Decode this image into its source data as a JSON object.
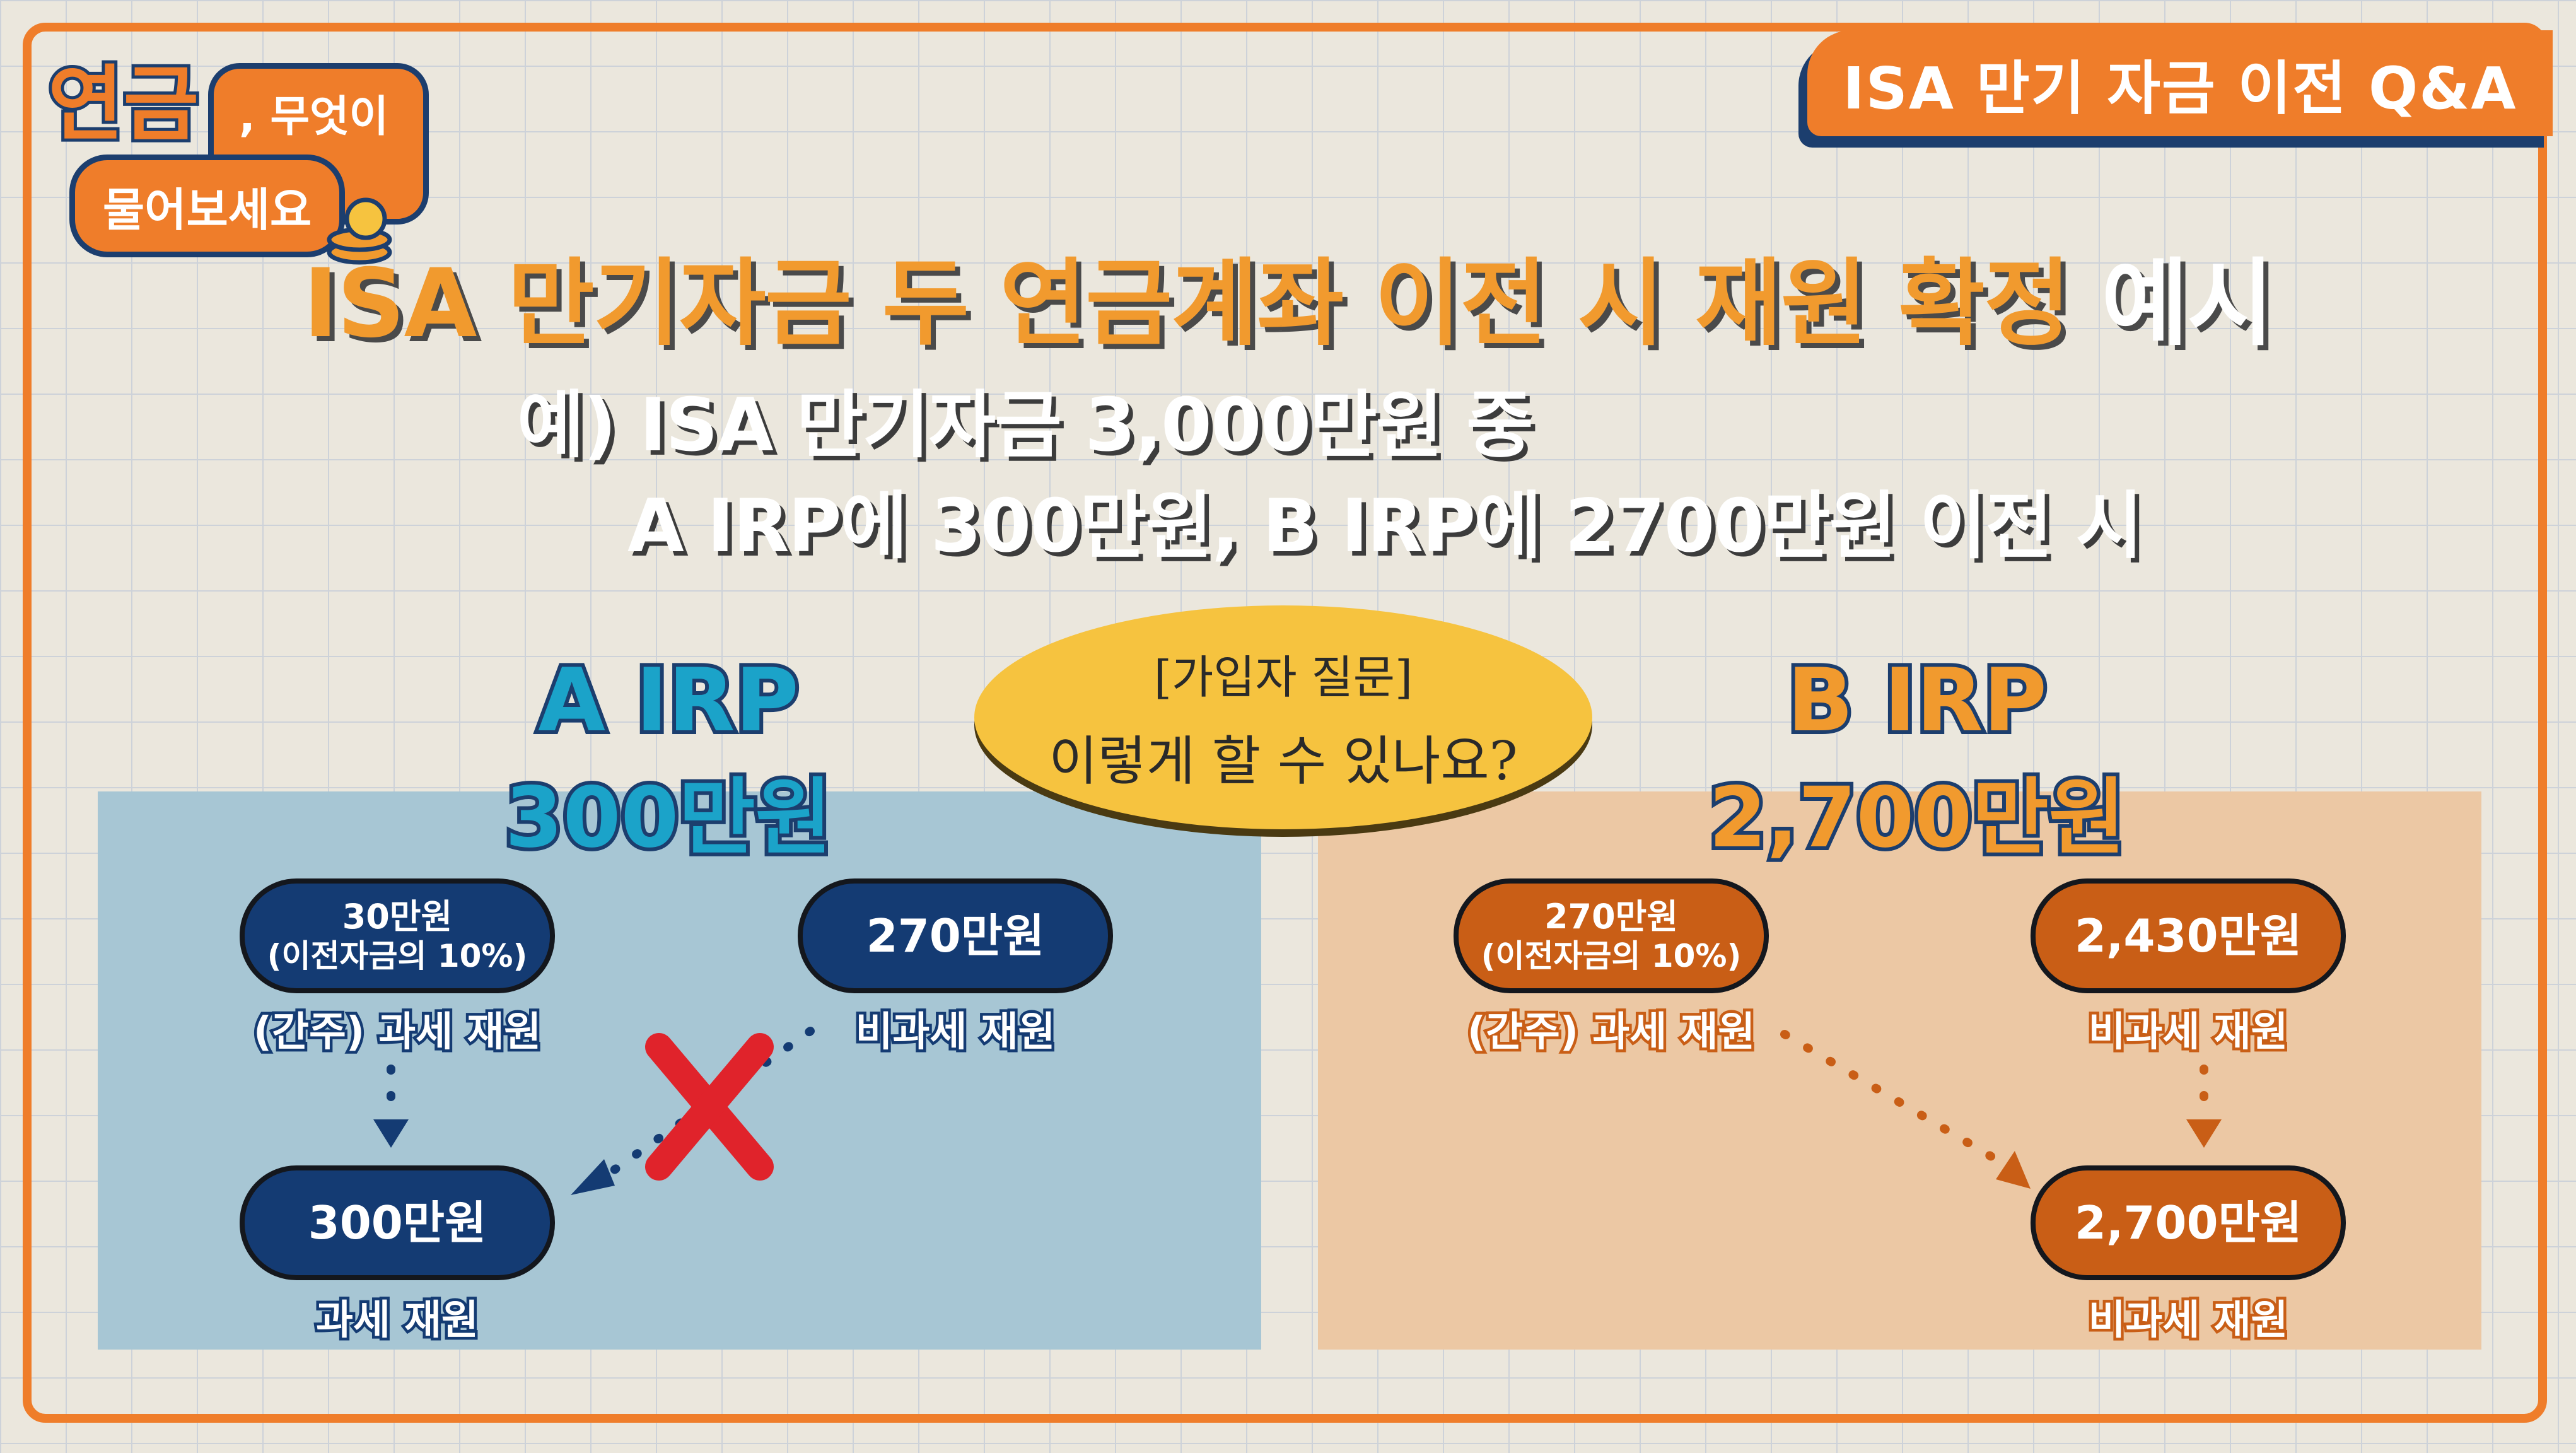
{
  "header_tab": "ISA 만기 자금 이전 Q&A",
  "logo": {
    "main": "연금",
    "line1": ", 무엇이든",
    "line2": "물어보세요"
  },
  "title": {
    "orange": "ISA 만기자금 두 연금계좌 이전 시 재원 확정",
    "white": "예시"
  },
  "example": {
    "line1": "예) ISA 만기자금 3,000만원 중",
    "line2": "A IRP에 300만원, B IRP에 2700만원 이전 시"
  },
  "question": {
    "line1": "[가입자 질문]",
    "line2": "이렇게 할 수 있나요?"
  },
  "panel_a": {
    "title": "A IRP",
    "amount": "300만원",
    "taxable_pill": {
      "line1": "30만원",
      "line2": "(이전자금의 10%)"
    },
    "taxable_label": "(간주) 과세 재원",
    "nontax_pill": "270만원",
    "nontax_label": "비과세 재원",
    "result_pill": "300만원",
    "result_label": "과세 재원",
    "colors": {
      "panel": "#a7c6d4",
      "pill": "#143b73",
      "cross": "#e0232b"
    }
  },
  "panel_b": {
    "title": "B IRP",
    "amount": "2,700만원",
    "taxable_pill": {
      "line1": "270만원",
      "line2": "(이전자금의 10%)"
    },
    "taxable_label": "(간주) 과세 재원",
    "nontax_pill": "2,430만원",
    "nontax_label": "비과세 재원",
    "result_pill": "2,700만원",
    "result_label": "비과세 재원",
    "colors": {
      "panel": "#ecc8a4",
      "pill": "#c95e16"
    }
  },
  "colors": {
    "accent": "#ef7d2a",
    "navy": "#1c3e6e",
    "background": "#ebe7dd",
    "bubble": "#f6c33f"
  }
}
